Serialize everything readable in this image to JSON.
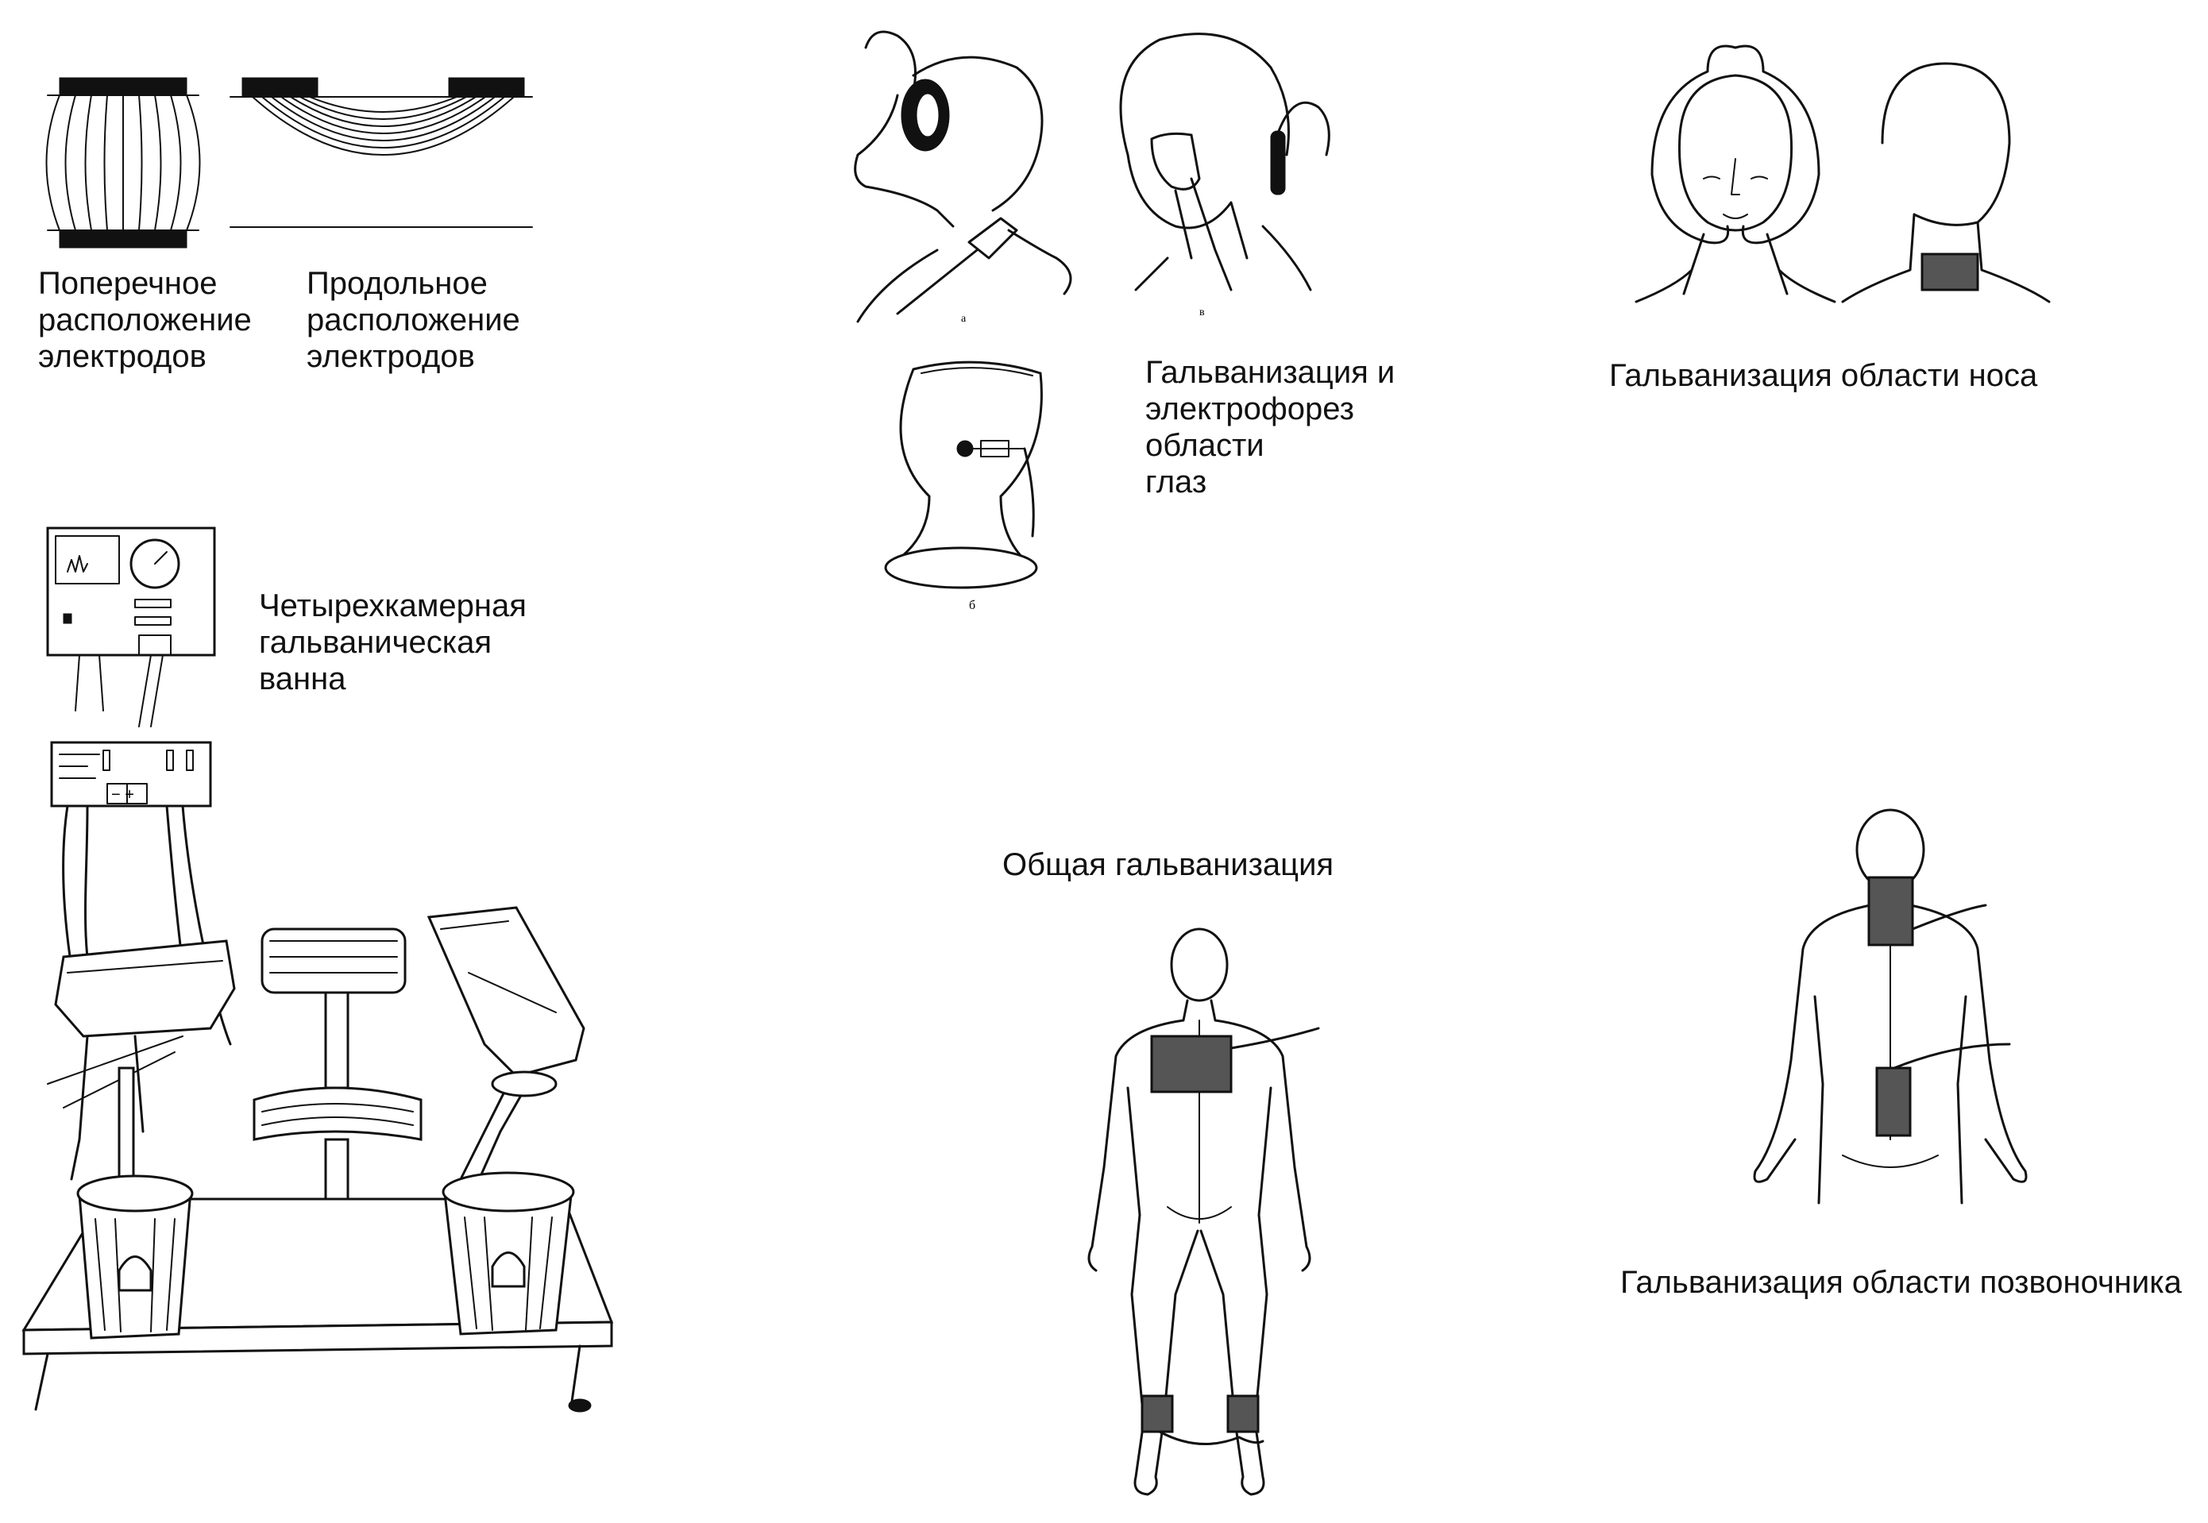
{
  "captions": {
    "transverse": [
      "Поперечное",
      "расположение",
      "электродов"
    ],
    "longitudinal": [
      "Продольное",
      "расположение",
      "электродов"
    ],
    "four_chamber": [
      "Четырехкамерная",
      "гальваническая",
      "ванна"
    ],
    "eyes": [
      "Гальванизация и",
      "электрофорез",
      "области",
      "глаз"
    ],
    "nose": "Гальванизация области носа",
    "general": "Общая гальванизация",
    "spine": "Гальванизация области позвоночника"
  },
  "figure_marks": {
    "eyes_a": "а",
    "eyes_v": "в",
    "eyes_b": "б"
  }
}
